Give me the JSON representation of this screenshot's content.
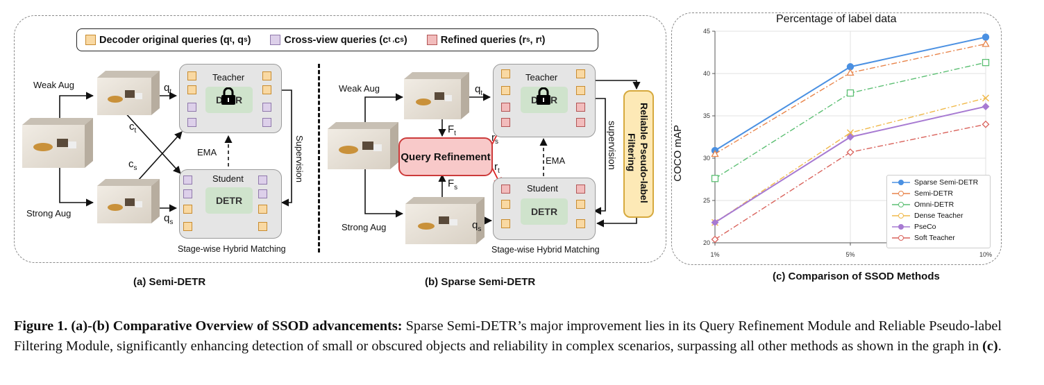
{
  "legend": {
    "original": "Decoder original queries (q",
    "original_sub1": "t",
    "original_mid": ", q",
    "original_sub2": "s",
    "original_end": ")",
    "crossview": "Cross-view queries (c",
    "crossview_sub1": "t ,",
    "crossview_mid": " c",
    "crossview_sub2": "s",
    "crossview_end": ")",
    "refined": "Refined queries (r",
    "refined_sub1": "s",
    "refined_mid": ", r",
    "refined_sub2": "t",
    "refined_end": ")",
    "colors": {
      "original": "#f9d9a3",
      "crossview": "#ddd0ea",
      "refined": "#f2bcbc"
    }
  },
  "panel_a": {
    "weak_aug": "Weak Aug",
    "strong_aug": "Strong Aug",
    "teacher": "Teacher",
    "teacher_model": "DETR",
    "student": "Student",
    "student_model": "DETR",
    "ema": "EMA",
    "supervision": "Supervision",
    "matching": "Stage-wise Hybrid Matching",
    "qt": "q",
    "qt_sub": "t",
    "qs": "q",
    "qs_sub": "s",
    "ct": "c",
    "ct_sub": "t",
    "cs": "c",
    "cs_sub": "s",
    "caption": "(a) Semi-DETR"
  },
  "panel_b": {
    "weak_aug": "Weak Aug",
    "strong_aug": "Strong Aug",
    "teacher": "Teacher",
    "teacher_model": "DETR",
    "student": "Student",
    "student_model": "DETR",
    "ema": "EMA",
    "supervision": "supervision",
    "matching": "Stage-wise Hybrid Matching",
    "query_refinement": "Query Refinement",
    "filter": "Reliable Pseudo-label Filtering",
    "qt": "q",
    "qt_sub": "t",
    "qs": "q",
    "qs_sub": "s",
    "ft": "F",
    "ft_sub": "t",
    "fs": "F",
    "fs_sub": "s",
    "rs": "r",
    "rs_sub": "s",
    "rt": "r",
    "rt_sub": "t",
    "caption": "(b) Sparse Semi-DETR"
  },
  "chart_data": {
    "type": "line",
    "title": "Percentage of label data",
    "ylabel": "COCO mAP",
    "xlabel": "",
    "categories": [
      "1%",
      "5%",
      "10%"
    ],
    "ylim": [
      20,
      45
    ],
    "yticks": [
      20,
      25,
      30,
      35,
      40,
      45
    ],
    "grid": true,
    "legend_position": "bottom-right",
    "series": [
      {
        "name": "Sparse Semi-DETR",
        "values": [
          30.9,
          40.8,
          44.3
        ],
        "color": "#4a90e2",
        "marker": "circle-filled",
        "dash": "solid"
      },
      {
        "name": "Semi-DETR",
        "values": [
          30.5,
          40.1,
          43.5
        ],
        "color": "#e8844a",
        "marker": "triangle",
        "dash": "dashdot"
      },
      {
        "name": "Omni-DETR",
        "values": [
          27.6,
          37.7,
          41.3
        ],
        "color": "#5cbf73",
        "marker": "square",
        "dash": "dashdot"
      },
      {
        "name": "Dense Teacher",
        "values": [
          22.4,
          33.0,
          37.1
        ],
        "color": "#f0b94a",
        "marker": "x",
        "dash": "dashdot"
      },
      {
        "name": "PseCo",
        "values": [
          22.4,
          32.5,
          36.1
        ],
        "color": "#a77ad2",
        "marker": "diamond-filled",
        "dash": "solid"
      },
      {
        "name": "Soft Teacher",
        "values": [
          20.4,
          30.7,
          34.0
        ],
        "color": "#d9625b",
        "marker": "diamond",
        "dash": "dashdot"
      }
    ],
    "caption": "(c) Comparison of SSOD Methods"
  },
  "figure_caption": {
    "label": "Figure 1. (a)-(b) Comparative Overview of SSOD advancements:",
    "text": " Sparse Semi-DETR’s major improvement lies in its Query Refinement Module and Reliable Pseudo-label Filtering Module, significantly enhancing detection of small or obscured objects and reliability in complex scenarios, surpassing all other methods as shown in the graph in ",
    "ref": "(c)",
    "end": "."
  }
}
